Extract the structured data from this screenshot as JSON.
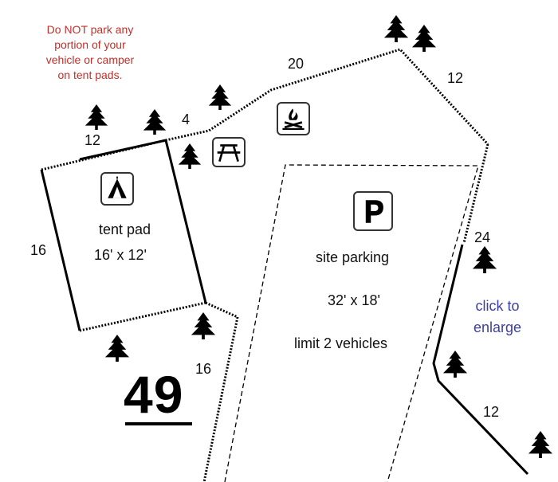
{
  "warning": {
    "line1": "Do NOT park any",
    "line2": "portion of your",
    "line3": "vehicle or camper",
    "line4": "on tent pads."
  },
  "site_number": "49",
  "tent_pad": {
    "label": "tent pad",
    "size": "16' x 12'"
  },
  "parking": {
    "label": "site parking",
    "size": "32' x 18'",
    "limit": "limit 2 vehicles"
  },
  "enlarge_link": {
    "line1": "click to",
    "line2": "enlarge"
  },
  "dimensions": {
    "tent_top": "12",
    "tent_left": "16",
    "gap_top": "4",
    "top_edge": "20",
    "right_top": "12",
    "right_mid": "24",
    "right_bottom": "12",
    "bottom_left": "16"
  },
  "icons": {
    "tent": "tent-icon",
    "picnic_table": "picnic-table-icon",
    "campfire": "campfire-icon",
    "parking": "parking-icon",
    "tree": "tree-icon"
  },
  "colors": {
    "warning": "#c0302b",
    "link": "#3b3ea6",
    "lines": "#000000"
  }
}
